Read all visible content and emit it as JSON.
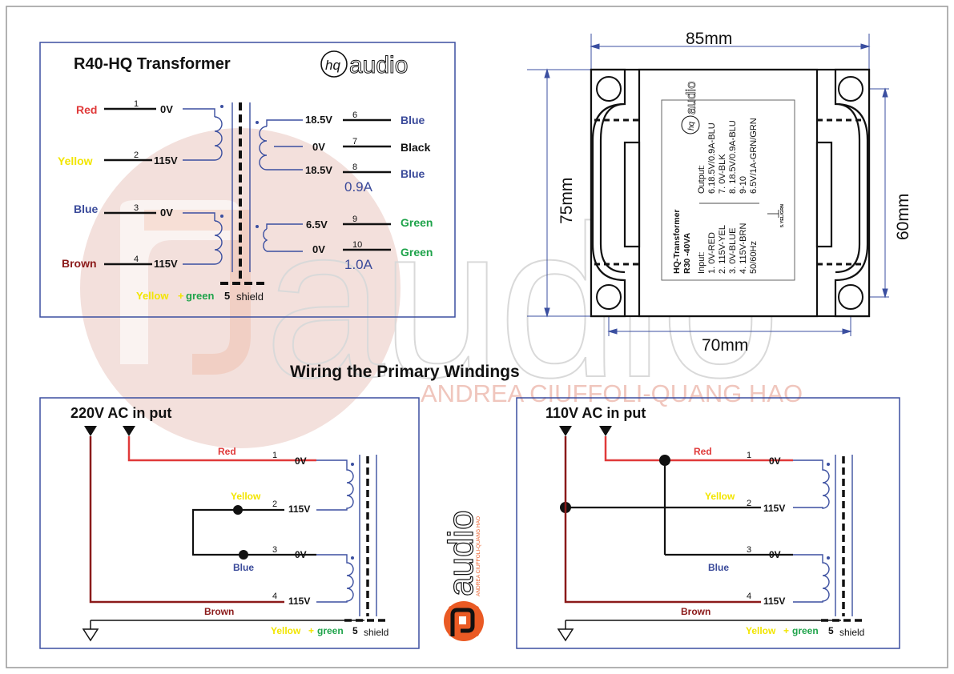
{
  "colors": {
    "red": "#e03a3a",
    "yellow": "#f2e500",
    "blue": "#3a4a9a",
    "green": "#1ea34a",
    "brown": "#8b1a1a",
    "black": "#111111",
    "frame_blue": "#3b4fa0",
    "watermark": "#f3d6d0",
    "logo_orange": "#ea5a24"
  },
  "top_panel": {
    "title": "R40-HQ Transformer",
    "logo_text": "audio",
    "primary": [
      {
        "name": "Red",
        "num": "1",
        "volt": "0V",
        "color": "red"
      },
      {
        "name": "Yellow",
        "num": "2",
        "volt": "115V",
        "color": "yellow"
      },
      {
        "name": "Blue",
        "num": "3",
        "volt": "0V",
        "color": "blue"
      },
      {
        "name": "Brown",
        "num": "4",
        "volt": "115V",
        "color": "brown"
      }
    ],
    "secondary": [
      {
        "volt": "18.5V",
        "num": "6",
        "name": "Blue",
        "color": "blue"
      },
      {
        "volt": "0V",
        "num": "7",
        "name": "Black",
        "color": "black"
      },
      {
        "volt": "18.5V",
        "num": "8",
        "name": "Blue",
        "color": "blue"
      },
      {
        "volt": "6.5V",
        "num": "9",
        "name": "Green",
        "color": "green"
      },
      {
        "volt": "0V",
        "num": "10",
        "name": "Green",
        "color": "green"
      }
    ],
    "current_1": "0.9A",
    "current_2": "1.0A",
    "shield": {
      "yellow": "Yellow",
      "plus": "+",
      "green": "green",
      "num": "5",
      "label": "shield"
    }
  },
  "drawing": {
    "width_label": "85mm",
    "height_label": "75mm",
    "hole_width_label": "70mm",
    "hole_height_label": "60mm",
    "label": {
      "title": "HQ-Transformer",
      "model": "R30 -40VA",
      "logo_text": "audio",
      "output_head": "Output:",
      "output_lines": [
        "6.18.5V/0.9A-BLU",
        "7. 0V-BLK",
        "8. 18.5V/0.9A-BLU",
        "9-10",
        "6.5V/1A-GRN/GRN"
      ],
      "input_head": "Input:",
      "input_lines": [
        "1. 0V-RED",
        "2. 115V-YEL",
        "3. 0V-BLUE",
        "4. 115V-BRN",
        "50/60Hz"
      ],
      "ground_note": "5.YEL/GRN"
    }
  },
  "watermark": {
    "text": "audio",
    "subtitle": "ANDREA CIUFFOLI-QUANG HAO"
  },
  "section_title": "Wiring the Primary Windings",
  "panel_220": {
    "title": "220V AC in put",
    "wires": [
      {
        "name": "Red",
        "num": "1",
        "volt": "0V"
      },
      {
        "name": "Yellow",
        "num": "2",
        "volt": "115V"
      },
      {
        "name": "Blue",
        "num": "3",
        "volt": "0V"
      },
      {
        "name": "Brown",
        "num": "4",
        "volt": "115V"
      }
    ],
    "shield": {
      "yellow": "Yellow",
      "plus": "+",
      "green": "green",
      "num": "5",
      "label": "shield"
    }
  },
  "panel_110": {
    "title": "110V AC in put",
    "wires": [
      {
        "name": "Red",
        "num": "1",
        "volt": "0V"
      },
      {
        "name": "Yellow",
        "num": "2",
        "volt": "115V"
      },
      {
        "name": "Blue",
        "num": "3",
        "volt": "0V"
      },
      {
        "name": "Brown",
        "num": "4",
        "volt": "115V"
      }
    ],
    "shield": {
      "yellow": "Yellow",
      "plus": "+",
      "green": "green",
      "num": "5",
      "label": "shield"
    }
  },
  "center_logo": {
    "text": "audio",
    "subtitle": "ANDREA CIUFFOLI-QUANG HAO"
  }
}
